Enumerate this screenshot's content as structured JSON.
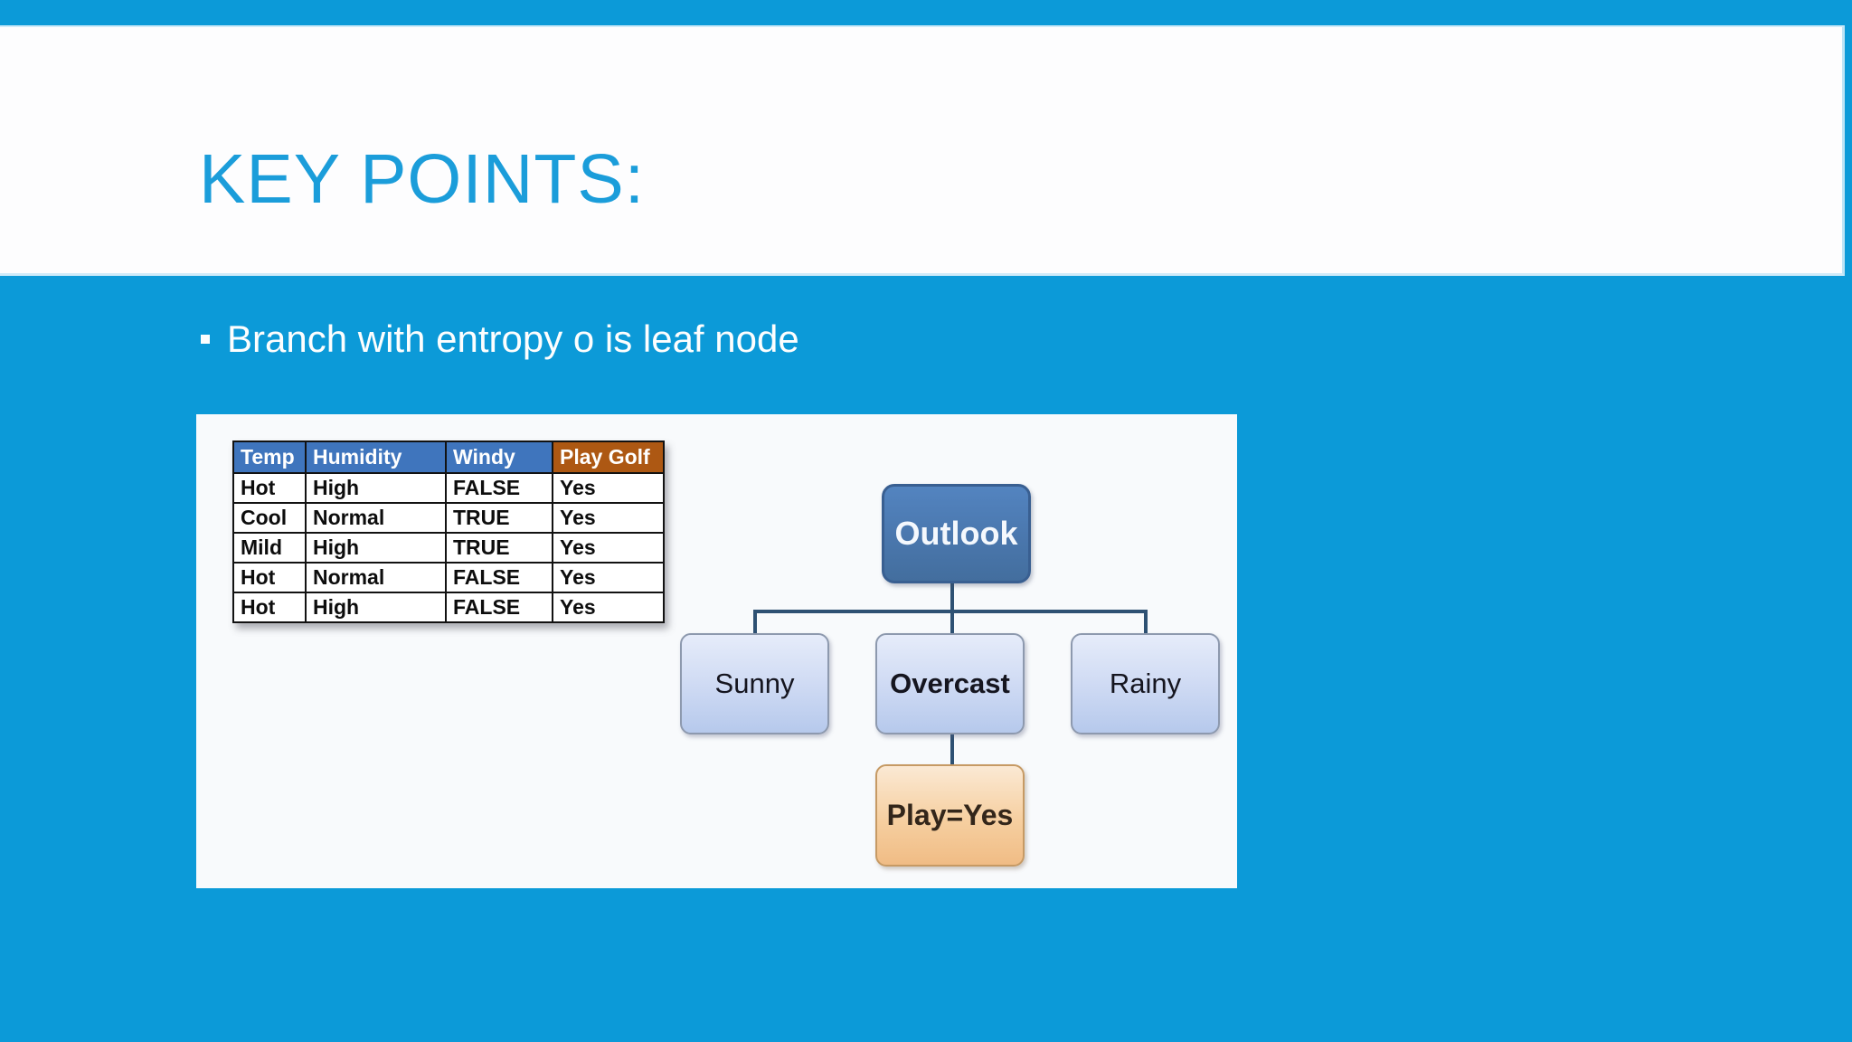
{
  "slide": {
    "title": "KEY POINTS:",
    "bullets": [
      {
        "text": "Branch with entropy o is leaf node"
      }
    ]
  },
  "figure": {
    "table": {
      "headers": [
        {
          "label": "Temp"
        },
        {
          "label": "Humidity"
        },
        {
          "label": "Windy"
        },
        {
          "label": "Play Golf"
        }
      ],
      "rows": [
        [
          "Hot",
          "High",
          "FALSE",
          "Yes"
        ],
        [
          "Cool",
          "Normal",
          "TRUE",
          "Yes"
        ],
        [
          "Mild",
          "High",
          "TRUE",
          "Yes"
        ],
        [
          "Hot",
          "Normal",
          "FALSE",
          "Yes"
        ],
        [
          "Hot",
          "High",
          "FALSE",
          "Yes"
        ]
      ]
    },
    "tree": {
      "root": "Outlook",
      "children": [
        "Sunny",
        "Overcast",
        "Rainy"
      ],
      "leaf": "Play=Yes"
    }
  },
  "colors": {
    "slide_background": "#0C9AD8",
    "title_text": "#1B9DDA",
    "body_text": "#FDFEFE",
    "table_header_blue": "#3F75BD",
    "table_header_brown": "#AD5813",
    "node_root_fill": "#4A77AD",
    "node_child_fill": "#CDD9F3",
    "node_leaf_fill": "#F6CFA0",
    "connector": "#2E5173"
  }
}
